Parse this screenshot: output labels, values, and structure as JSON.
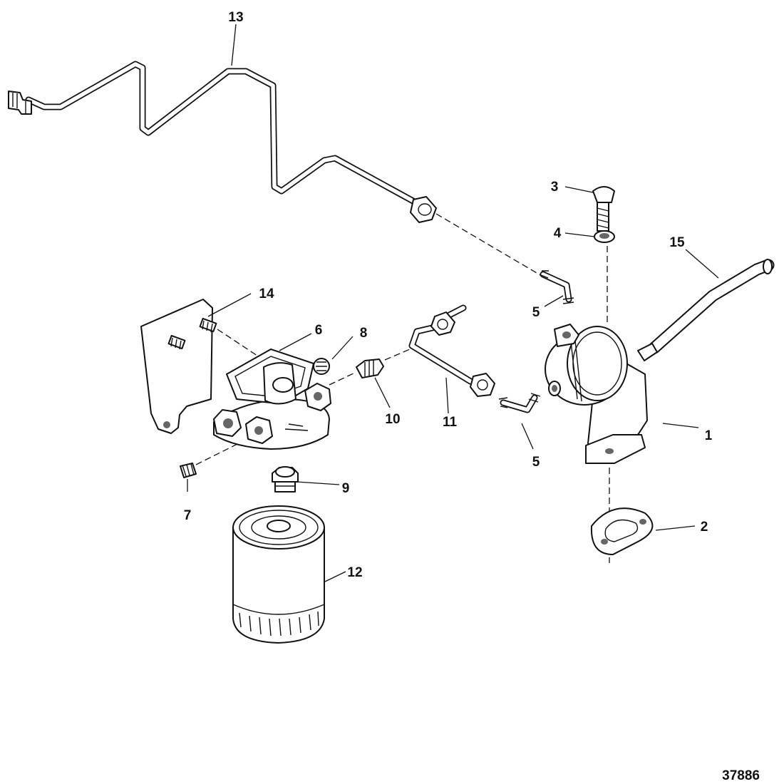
{
  "figure": {
    "number": "37886",
    "callouts": [
      "1",
      "2",
      "3",
      "4",
      "5",
      "5",
      "6",
      "7",
      "8",
      "9",
      "10",
      "11",
      "12",
      "13",
      "14",
      "15"
    ]
  }
}
